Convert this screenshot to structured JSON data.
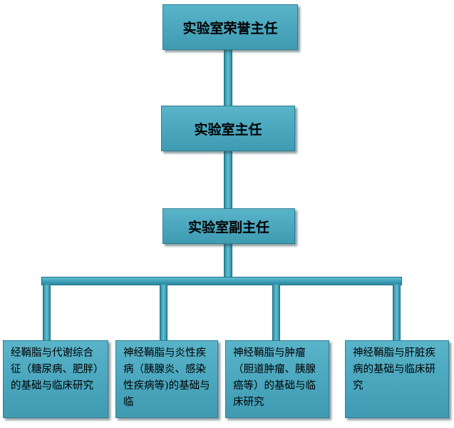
{
  "org_chart": {
    "level1": {
      "label": "实验室荣誉主任"
    },
    "level2": {
      "label": "实验室主任"
    },
    "level3": {
      "label": "实验室副主任"
    },
    "departments": [
      {
        "label": "经鞘脂与代谢综合征（糖尿病、肥胖）的基础与临床研究"
      },
      {
        "label": "神经鞘脂与炎性疾病（胰腺炎、感染性疾病等)的基础与临"
      },
      {
        "label": "神经鞘脂与肿瘤（胆道肿瘤、胰腺癌等）的基础与临床研究"
      },
      {
        "label": "神经鞘脂与肝脏疾病的基础与临床研究"
      }
    ]
  }
}
